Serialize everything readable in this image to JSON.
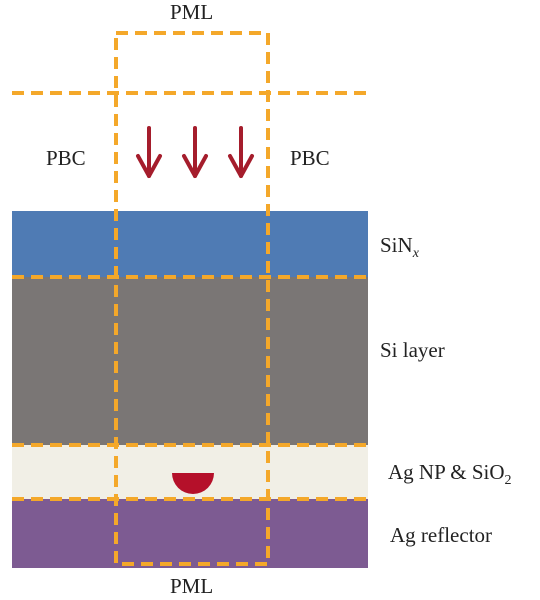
{
  "labels": {
    "pml_top": "PML",
    "pml_bottom": "PML",
    "pbc_left": "PBC",
    "pbc_right": "PBC",
    "sinx_main": "SiN",
    "sinx_sub": "x",
    "si_layer": "Si layer",
    "ag_np_main": "Ag NP & SiO",
    "ag_np_sub": "2",
    "ag_reflector": "Ag reflector"
  },
  "colors": {
    "sinx": "#4f7bb4",
    "si": "#7a7675",
    "sio2": "#f1efe6",
    "ag": "#7d5b92",
    "boundary": "#f4a82a",
    "arrow": "#a51d2c",
    "nanoparticle": "#b5102a"
  },
  "icons": {
    "incident_light": "down-arrow-icon",
    "nanoparticle": "half-disc-icon"
  }
}
